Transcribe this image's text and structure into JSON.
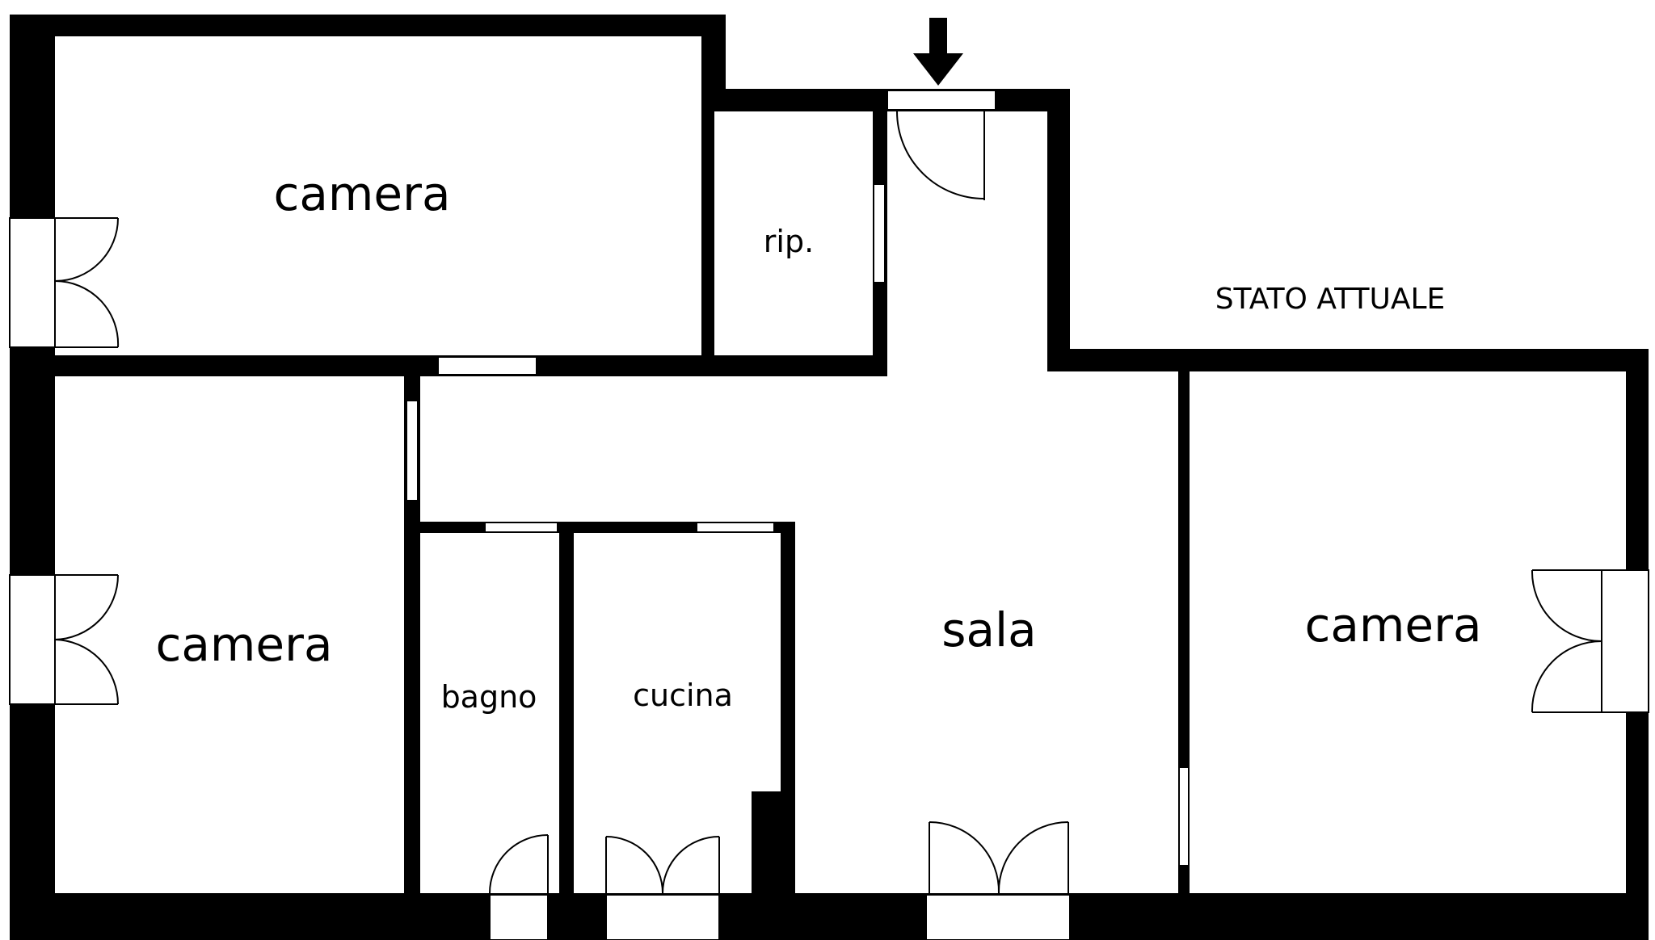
{
  "plan": {
    "title": "STATO ATTUALE",
    "rooms": {
      "camera_top_left": "camera",
      "ripostiglio": "rip.",
      "camera_left": "camera",
      "bagno": "bagno",
      "cucina": "cucina",
      "sala": "sala",
      "camera_right": "camera"
    },
    "colors": {
      "wall": "#000000",
      "opening": "#ffffff",
      "background": "#ffffff"
    }
  }
}
